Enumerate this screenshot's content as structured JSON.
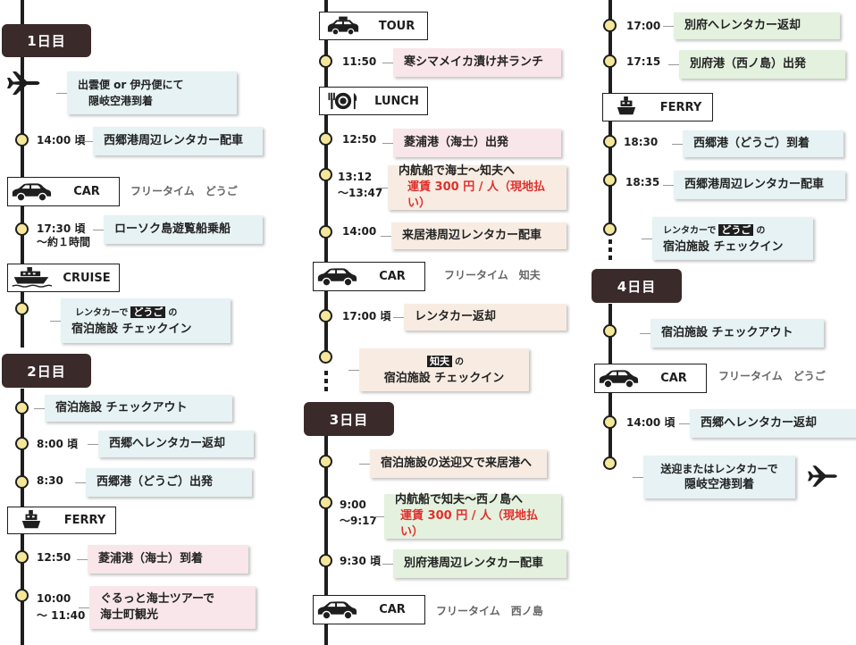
{
  "day1": {
    "label": "1日目",
    "arrival_line1": "出雲便 or 伊丹便にて",
    "arrival_line2": "隠岐空港到着",
    "t1": "14:00 頃",
    "t1_text": "西郷港周辺レンタカー配車",
    "car_label": "CAR",
    "car_free": "フリータイム　どうご",
    "t2a": "17:30 頃",
    "t2b": "〜約１時間",
    "t2_text": "ローソク島遊覧船乗船",
    "cruise_label": "CRUISE",
    "check_pre": "レンタカーで",
    "check_badge": "どうご",
    "check_post": "の",
    "check_line2": "宿泊施設 チェックイン"
  },
  "day2": {
    "label": "2日目",
    "checkout": "宿泊施設 チェックアウト",
    "t1": "8:00 頃",
    "t1_text": "西郷へレンタカー返却",
    "t2": "8:30",
    "t2_text": "西郷港（どうご）出発",
    "ferry_label": "FERRY",
    "t3": "12:50",
    "t3_text": "菱浦港（海士）到着",
    "t4a": "10:00",
    "t4b": "〜 11:40",
    "t4_line1": "ぐるっと海士ツアーで",
    "t4_line2": "海士町観光",
    "tour_label": "TOUR",
    "t5": "11:50",
    "t5_text": "寒シマメイカ漬け丼ランチ",
    "lunch_label": "LUNCH",
    "t6": "12:50",
    "t6_text": "菱浦港（海士）出発",
    "t7a": "13:12",
    "t7b": "〜13:47",
    "t7_line1": "内航船で海士〜知夫へ",
    "t7_line2": "運賃 300 円 / 人（現地払い）",
    "t8": "14:00",
    "t8_text": "来居港周辺レンタカー配車",
    "car_label": "CAR",
    "car_free": "フリータイム　知夫",
    "t9": "17:00 頃",
    "t9_text": "レンタカー返却",
    "check_badge": "知夫",
    "check_post": "の",
    "check_line2": "宿泊施設 チェックイン"
  },
  "day3": {
    "label": "3日目",
    "pickup": "宿泊施設の送迎又で来居港へ",
    "t1a": "9:00",
    "t1b": "〜9:17",
    "t1_line1": "内航船で知夫〜西ノ島へ",
    "t1_line2": "運賃 300 円 / 人（現地払い）",
    "t2": "9:30 頃",
    "t2_text": "別府港周辺レンタカー配車",
    "car_label": "CAR",
    "car_free": "フリータイム　西ノ島",
    "t3": "17:00",
    "t3_text": "別府へレンタカー返却",
    "t4": "17:15",
    "t4_text": "別府港（西ノ島）出発",
    "ferry_label": "FERRY",
    "t5": "18:30",
    "t5_text": "西郷港（どうご）到着",
    "t6": "18:35",
    "t6_text": "西郷港周辺レンタカー配車",
    "check_pre": "レンタカーで",
    "check_badge": "どうご",
    "check_post": "の",
    "check_line2": "宿泊施設 チェックイン"
  },
  "day4": {
    "label": "4日目",
    "checkout": "宿泊施設 チェックアウト",
    "car_label": "CAR",
    "car_free": "フリータイム　どうご",
    "t1": "14:00 頃",
    "t1_text": "西郷へレンタカー返却",
    "end_line1": "送迎またはレンタカーで",
    "end_line2": "隠岐空港到着"
  },
  "colors": {
    "timeline": "#1e1e1e",
    "dot": "#f5e79a",
    "day_badge": "#3b2a2a",
    "fare": "#e0302d"
  }
}
